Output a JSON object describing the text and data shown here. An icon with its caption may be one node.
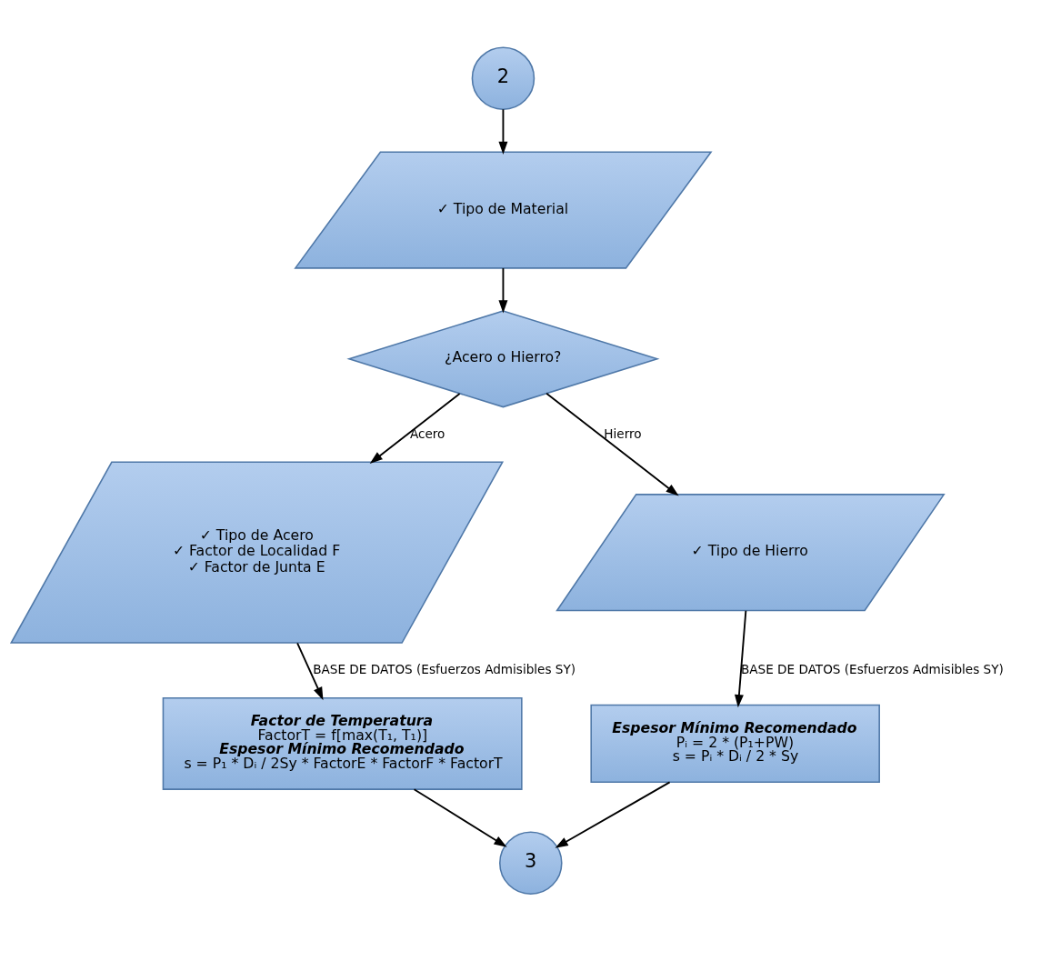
{
  "diagram": {
    "nodes": [
      {
        "text": [
          "2"
        ]
      },
      {
        "text": [
          "✓ Tipo de Material"
        ]
      },
      {
        "text": [
          "¿Acero o Hierro?"
        ]
      },
      {
        "text": [
          "✓ Tipo de Acero",
          "✓ Factor de Localidad F",
          "✓ Factor de Junta E"
        ]
      },
      {
        "text": [
          "✓ Tipo de Hierro"
        ]
      },
      {
        "text": [
          "Factor de Temperatura",
          "FactorT = f[max(T₁, T₁)]",
          "Espesor Mínimo Recomendado",
          "s = P₁ * Dᵢ / 2Sy * FactorE * FactorF * FactorT"
        ]
      },
      {
        "text": [
          "Espesor Mínimo Recomendado",
          "Pᵢ = 2 * (P₁+PW)",
          "s = Pᵢ * Dᵢ / 2 * Sy"
        ]
      },
      {
        "text": [
          "3"
        ]
      }
    ],
    "edges": [
      {
        "from": 0,
        "to": 1,
        "arrow": "to"
      },
      {
        "from": 1,
        "to": 2,
        "arrow": "to"
      },
      {
        "from": 2,
        "to": 3,
        "arrow": "to",
        "label": "Acero"
      },
      {
        "from": 2,
        "to": 4,
        "arrow": "to",
        "label": "Hierro"
      },
      {
        "from": 3,
        "to": 5,
        "arrow": "to",
        "label": "BASE DE DATOS (Esfuerzos Admisibles SY)"
      },
      {
        "from": 4,
        "to": 6,
        "arrow": "to",
        "label": "BASE DE DATOS (Esfuerzos Admisibles SY)"
      },
      {
        "from": 5,
        "to": 7,
        "arrow": "to"
      },
      {
        "from": 6,
        "to": 7,
        "arrow": "to"
      }
    ]
  }
}
